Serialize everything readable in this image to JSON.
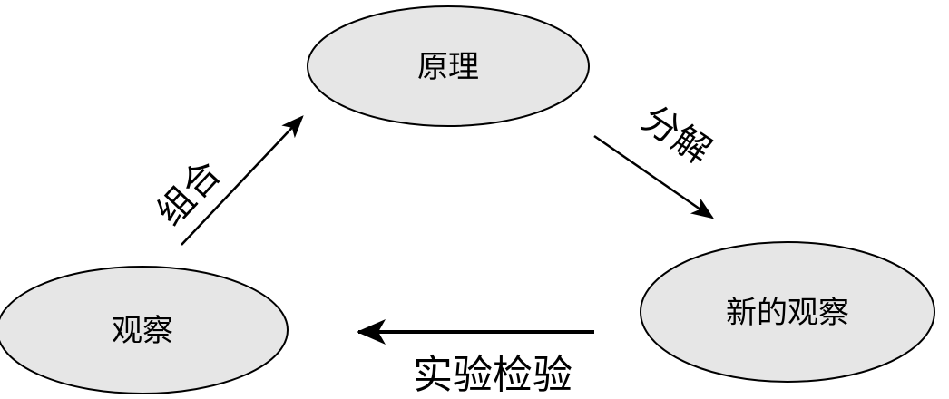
{
  "nodes": {
    "principle": "原理",
    "observation": "观察",
    "new_observation": "新的观察"
  },
  "edges": {
    "combine": "组合",
    "decompose": "分解",
    "experimental_test": "实验检验"
  },
  "colors": {
    "node_fill": "#e6e6e6",
    "stroke": "#000000"
  }
}
